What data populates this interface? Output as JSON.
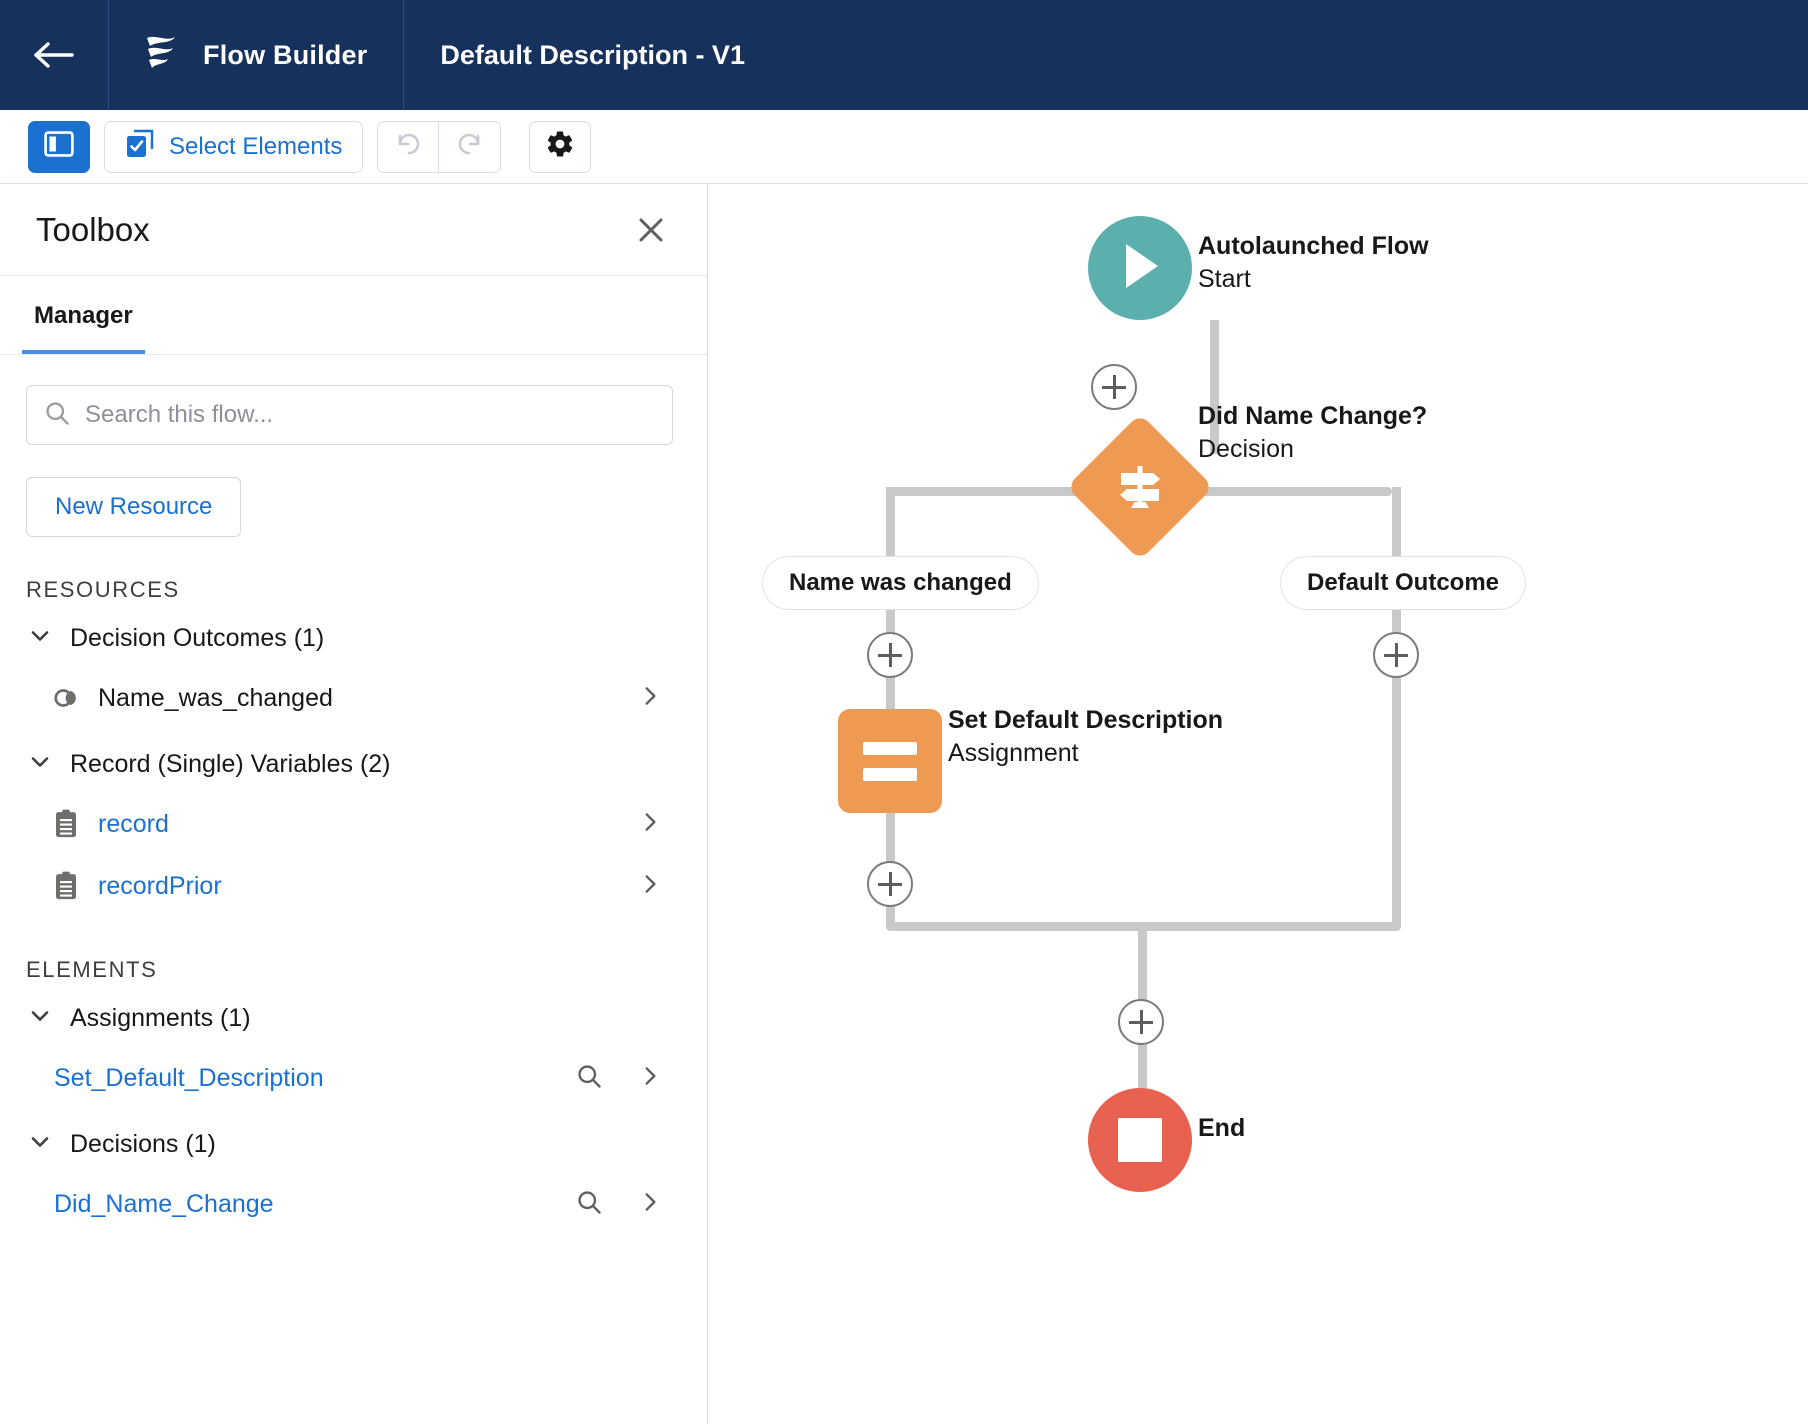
{
  "topbar": {
    "back_icon": "arrow-left-icon",
    "brand_icon": "flow-builder-logo-icon",
    "brand": "Flow Builder",
    "title": "Default Description - V1"
  },
  "toolbar": {
    "panel_toggle_icon": "side-panel-toggle-icon",
    "select_elements_icon": "select-elements-checkbox-icon",
    "select_elements_label": "Select Elements",
    "undo_icon": "undo-icon",
    "redo_icon": "redo-icon",
    "settings_icon": "gear-icon",
    "accent_color": "#1b71d0"
  },
  "toolbox": {
    "title": "Toolbox",
    "close_icon": "close-icon",
    "tabs": [
      {
        "label": "Manager",
        "active": true
      }
    ],
    "search": {
      "icon": "search-icon",
      "placeholder": "Search this flow...",
      "value": ""
    },
    "new_resource_label": "New Resource",
    "sections": [
      {
        "header": "RESOURCES",
        "groups": [
          {
            "label": "Decision Outcomes (1)",
            "expanded": true,
            "items": [
              {
                "label": "Name_was_changed",
                "icon": "outcome-merge-icon",
                "style": "plain",
                "has_search": false,
                "has_chevron": true
              }
            ]
          },
          {
            "label": "Record (Single) Variables (2)",
            "expanded": true,
            "items": [
              {
                "label": "record",
                "icon": "record-clipboard-icon",
                "style": "link",
                "has_search": false,
                "has_chevron": true
              },
              {
                "label": "recordPrior",
                "icon": "record-clipboard-icon",
                "style": "link",
                "has_search": false,
                "has_chevron": true
              }
            ]
          }
        ]
      },
      {
        "header": "ELEMENTS",
        "groups": [
          {
            "label": "Assignments (1)",
            "expanded": true,
            "items": [
              {
                "label": "Set_Default_Description",
                "icon": "",
                "style": "link",
                "has_search": true,
                "has_chevron": true
              }
            ]
          },
          {
            "label": "Decisions (1)",
            "expanded": true,
            "items": [
              {
                "label": "Did_Name_Change",
                "icon": "",
                "style": "link",
                "has_search": true,
                "has_chevron": true
              }
            ]
          }
        ]
      }
    ]
  },
  "canvas": {
    "nodes": {
      "start": {
        "title": "Autolaunched Flow",
        "subtitle": "Start",
        "icon": "play-triangle-icon",
        "color": "#5bb0ae"
      },
      "decision": {
        "title": "Did Name Change?",
        "subtitle": "Decision",
        "icon": "signpost-icon",
        "color": "#ef9a52"
      },
      "assignment": {
        "title": "Set Default Description",
        "subtitle": "Assignment",
        "icon": "equals-icon",
        "color": "#ef9a52"
      },
      "end": {
        "title": "End",
        "subtitle": "",
        "icon": "stop-square-icon",
        "color": "#e8604f"
      }
    },
    "branches": [
      {
        "label": "Name was changed"
      },
      {
        "label": "Default Outcome"
      }
    ],
    "add_element_icon": "plus-circle-icon",
    "connector_color": "#c9c9c9"
  }
}
